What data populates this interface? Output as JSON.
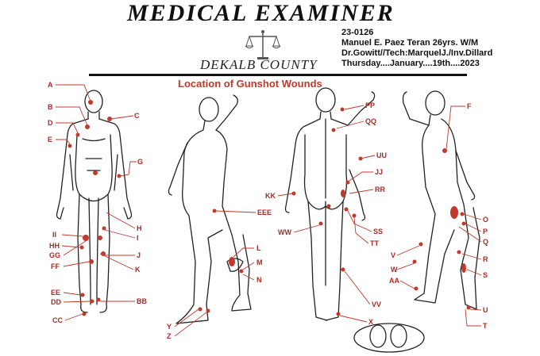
{
  "header": {
    "title": "MEDICAL EXAMINER",
    "county": "DEKALB COUNTY",
    "subtitle": "Location of Gunshot Wounds"
  },
  "case_info": {
    "case_number": "23-0126",
    "decedent": "Manuel E. Paez Teran  26yrs. W/M",
    "staff": "Dr.Gowitt//Tech:MarquelJ./Inv.Dillard",
    "date": "Thursday....January....19th....2023"
  },
  "colors": {
    "wound": "#c0392b",
    "label": "#b3261e",
    "outline": "#222222"
  },
  "wound_labels": [
    "A",
    "B",
    "C",
    "D",
    "E",
    "G",
    "H",
    "I",
    "J",
    "K",
    "II",
    "HH",
    "GG",
    "FF",
    "EE",
    "DD",
    "CC",
    "BB",
    "EEE",
    "L",
    "M",
    "N",
    "Y",
    "Z",
    "PP",
    "QQ",
    "KK",
    "UU",
    "JJ",
    "RR",
    "SS",
    "TT",
    "WW",
    "VV",
    "X",
    "F",
    "O",
    "P",
    "Q",
    "R",
    "S",
    "U",
    "T",
    "V",
    "W",
    "AA"
  ]
}
